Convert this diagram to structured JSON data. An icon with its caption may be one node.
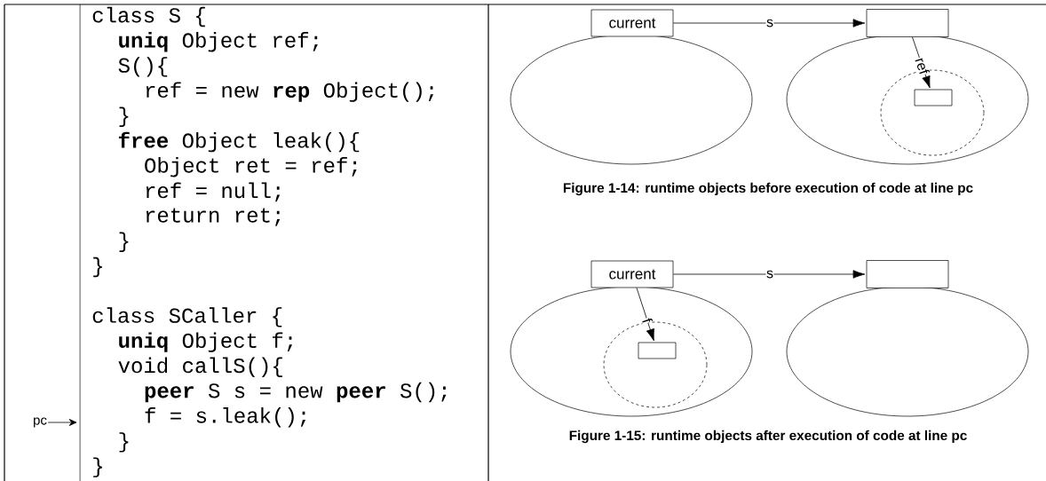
{
  "diagram": {
    "nodes": [
      {
        "text": [
          "current"
        ]
      },
      {
        "text": [],
        "shape": "box"
      },
      {
        "text": [],
        "shape": "ellipse"
      },
      {
        "text": [],
        "shape": "ellipse"
      },
      {
        "text": [],
        "shape": "circle",
        "in": 3
      },
      {
        "text": [],
        "shape": "box",
        "in": 4
      },
      {
        "text": [
          "pc"
        ]
      },
      {
        "text": [
          "current"
        ]
      },
      {
        "text": [],
        "shape": "box"
      },
      {
        "text": [],
        "shape": "ellipse"
      },
      {
        "text": [],
        "shape": "circle",
        "in": 9
      },
      {
        "text": [],
        "shape": "box",
        "in": 10
      },
      {
        "text": [],
        "shape": "ellipse"
      }
    ],
    "edges": [
      {
        "from": 0,
        "to": 1,
        "arrow": "to",
        "label": "s"
      },
      {
        "from": 1,
        "to": 5,
        "arrow": "to",
        "label": "ref"
      },
      {
        "from": 6,
        "to": null,
        "arrow": "to"
      },
      {
        "from": 7,
        "to": 8,
        "arrow": "to",
        "label": "s"
      },
      {
        "from": 7,
        "to": 11,
        "arrow": "to",
        "label": "f"
      }
    ],
    "labels": [
      "class S {",
      "**uniq** Object ref;",
      "S(){",
      "ref = new **rep** Object();",
      "}",
      "**free** Object leak(){",
      "Object ret = ref;",
      "ref = null;",
      "return ret;",
      "}",
      "}",
      "class SCaller {",
      "**uniq** Object f;",
      "void callS(){",
      "**peer** S s = new **peer** S();",
      "f = s.leak();",
      "}",
      "}",
      "Figure 1-14: runtime objects before execution of code at line pc",
      "Figure 1-15: runtime objects after execution of code at line pc"
    ]
  }
}
